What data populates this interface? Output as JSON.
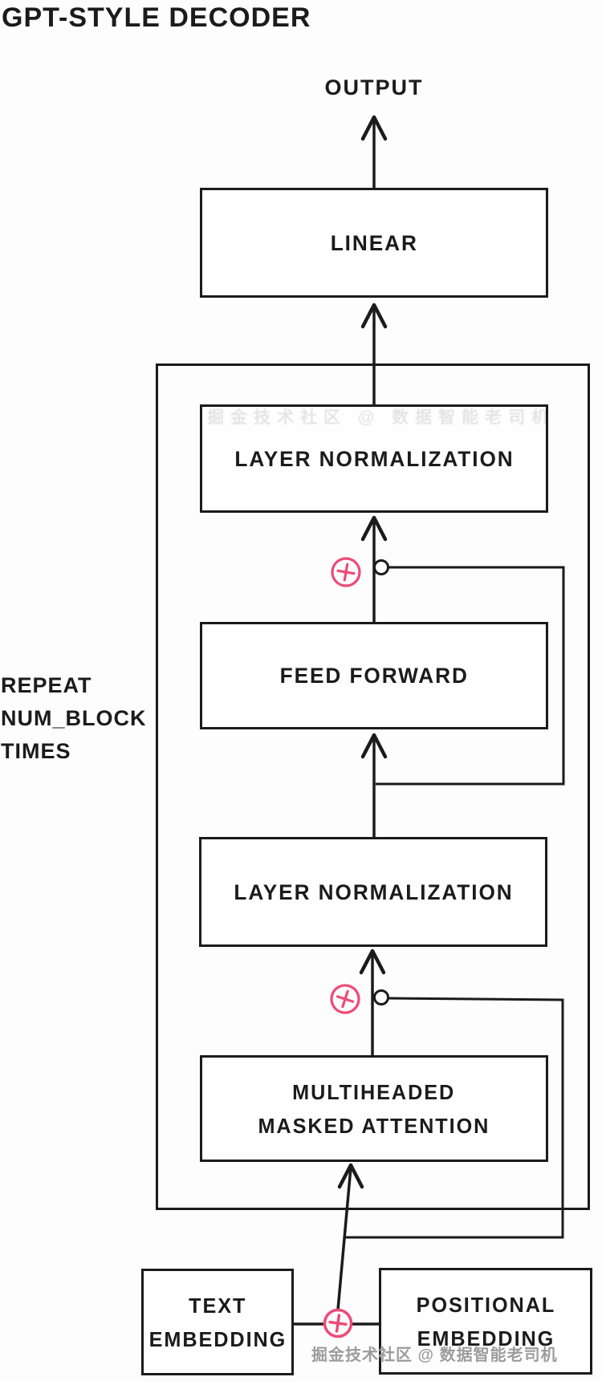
{
  "title": "GPT-STYLE DECODER",
  "output_label": "OUTPUT",
  "repeat_label": {
    "line1": "REPEAT",
    "line2": "NUM_BLOCK",
    "line3": "TIMES"
  },
  "boxes": {
    "linear": {
      "label": "LINEAR"
    },
    "layer_norm_top": {
      "label": "LAYER NORMALIZATION"
    },
    "feed_forward": {
      "label": "FEED FORWARD"
    },
    "layer_norm_bottom": {
      "label": "LAYER NORMALIZATION"
    },
    "masked_attention": {
      "line1": "MULTIHEADED",
      "line2": "MASKED ATTENTION"
    },
    "text_embedding": {
      "line1": "TEXT",
      "line2": "EMBEDDING"
    },
    "positional_embedding": {
      "line1": "POSITIONAL",
      "line2": "EMBEDDING"
    }
  },
  "icons": {
    "add": "circled-plus",
    "branch": "open-dot",
    "arrow": "up-arrow"
  },
  "colors": {
    "line_black": "#1B1B1B",
    "accent_pink": "#EE4A77",
    "watermark_gray": "#9C9C9C"
  },
  "watermark": "掘金技术社区 @ 数据智能老司机"
}
